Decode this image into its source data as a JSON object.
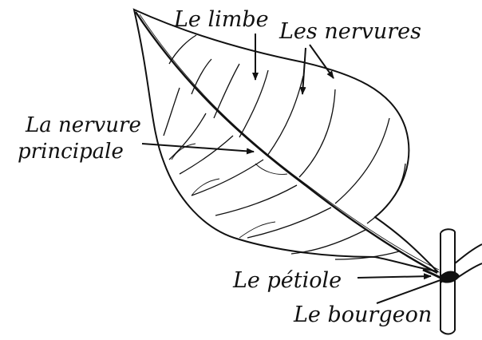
{
  "labels": {
    "limbe": "Le limbe",
    "nervures": "Les nervures",
    "nervure_principale_line1": "La nervure",
    "nervure_principale_line2": "principale",
    "petiole": "Le pétiole",
    "bourgeon": "Le bourgeon"
  },
  "colors": {
    "ink": "#111111",
    "background": "#ffffff"
  }
}
